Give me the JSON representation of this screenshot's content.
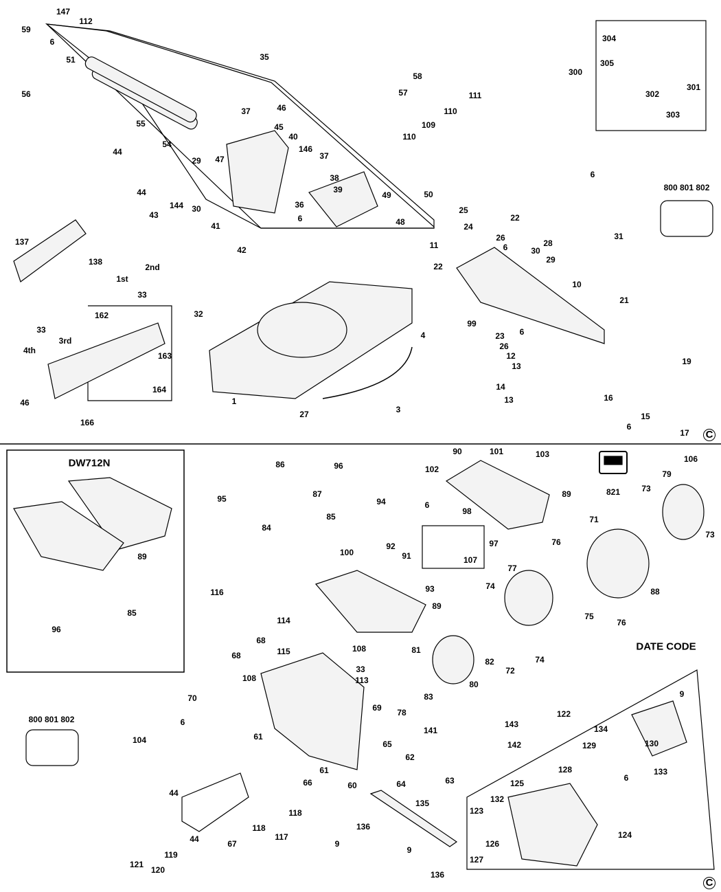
{
  "diagram": {
    "model_label": "DW712N",
    "date_code_label": "DATE CODE",
    "copyright_symbol": "C",
    "service_kit_label": "800 801 802",
    "labels": [
      "147",
      "112",
      "59",
      "6",
      "51",
      "35",
      "56",
      "58",
      "57",
      "111",
      "110",
      "109",
      "110",
      "37",
      "46",
      "45",
      "40",
      "146",
      "37",
      "55",
      "44",
      "54",
      "47",
      "29",
      "44",
      "144",
      "30",
      "43",
      "38",
      "39",
      "49",
      "50",
      "36",
      "6",
      "48",
      "41",
      "42",
      "304",
      "305",
      "300",
      "302",
      "301",
      "303",
      "6",
      "25",
      "22",
      "24",
      "26",
      "6",
      "28",
      "30",
      "29",
      "31",
      "11",
      "137",
      "138",
      "1st",
      "2nd",
      "33",
      "22",
      "10",
      "21",
      "32",
      "162",
      "99",
      "33",
      "3rd",
      "4th",
      "4",
      "23",
      "6",
      "26",
      "12",
      "163",
      "13",
      "19",
      "14",
      "164",
      "46",
      "1",
      "16",
      "13",
      "15",
      "3",
      "27",
      "166",
      "6",
      "17",
      "86",
      "96",
      "90",
      "101",
      "103",
      "106",
      "102",
      "79",
      "821",
      "87",
      "95",
      "89",
      "73",
      "94",
      "6",
      "98",
      "71",
      "85",
      "84",
      "73",
      "97",
      "92",
      "100",
      "91",
      "76",
      "89",
      "107",
      "77",
      "93",
      "74",
      "116",
      "89",
      "88",
      "75",
      "76",
      "114",
      "85",
      "96",
      "68",
      "108",
      "115",
      "81",
      "82",
      "72",
      "74",
      "68",
      "33",
      "113",
      "108",
      "80",
      "83",
      "9",
      "70",
      "122",
      "69",
      "78",
      "6",
      "143",
      "134",
      "61",
      "141",
      "104",
      "65",
      "142",
      "129",
      "130",
      "62",
      "61",
      "66",
      "60",
      "63",
      "64",
      "128",
      "6",
      "133",
      "125",
      "44",
      "118",
      "132",
      "135",
      "123",
      "136",
      "118",
      "44",
      "117",
      "67",
      "9",
      "124",
      "126",
      "119",
      "9",
      "127",
      "121",
      "120",
      "136"
    ]
  }
}
